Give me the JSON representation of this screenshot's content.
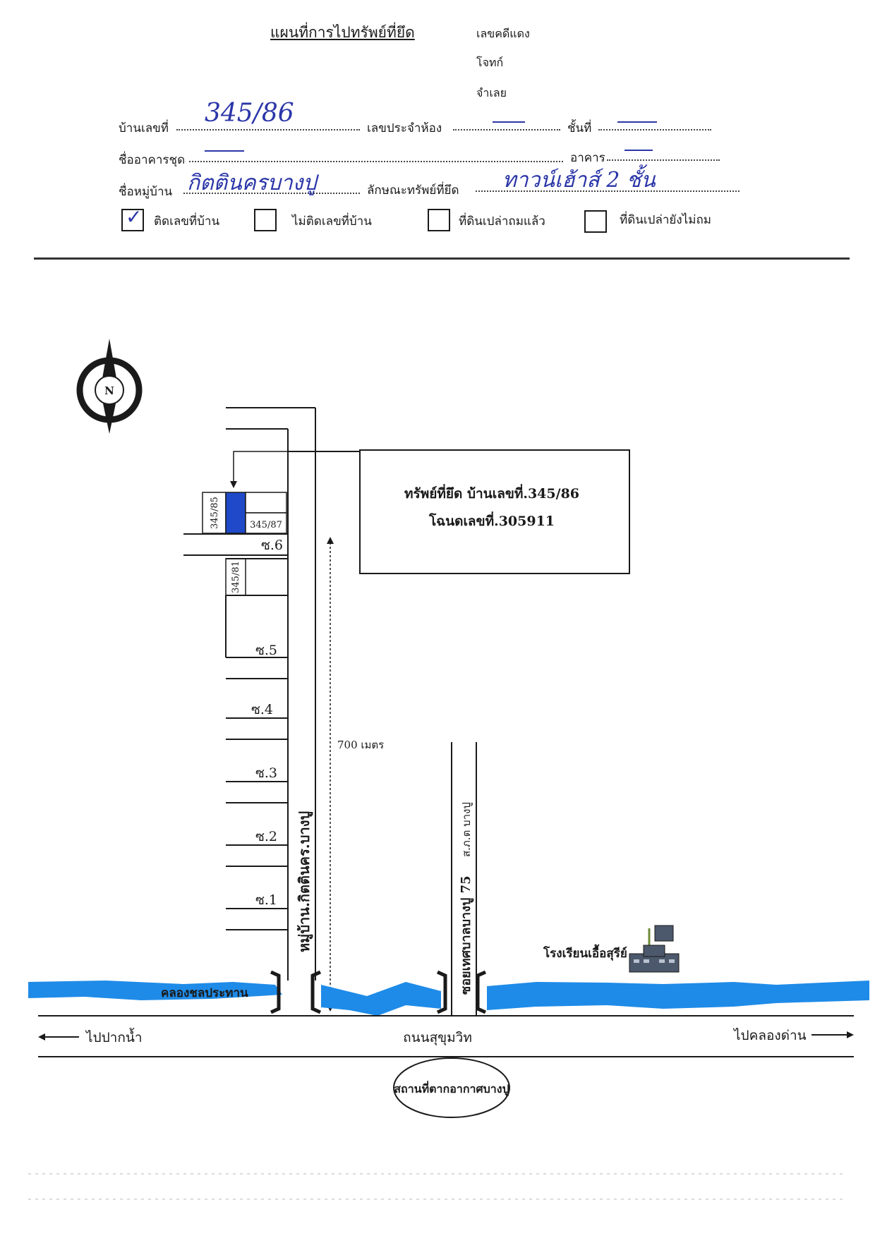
{
  "form": {
    "title": "แผนที่การไปทรัพย์ที่ยึด",
    "case_number_label": "เลขคดีแดง",
    "plaintiff_label": "โจทก์",
    "defendant_label": "จำเลย",
    "house_number_label": "บ้านเลขที่",
    "house_number_value": "345/86",
    "room_number_label": "เลขประจำห้อง",
    "floor_label": "ชั้นที่",
    "condo_name_label": "ชื่ออาคารชุด",
    "building_label": "อาคาร",
    "village_label": "ชื่อหมู่บ้าน",
    "village_value": "กิตตินครบางปู",
    "property_type_label": "ลักษณะทรัพย์ที่ยึด",
    "property_type_value": "ทาวน์เฮ้าส์ 2 ชั้น",
    "checkboxes": [
      {
        "label": "ติดเลขที่บ้าน",
        "checked": true
      },
      {
        "label": "ไม่ติดเลขที่บ้าน",
        "checked": false
      },
      {
        "label": "ที่ดินเปล่าถมแล้ว",
        "checked": false
      },
      {
        "label": "ที่ดินเปล่ายังไม่ถม",
        "checked": false
      }
    ]
  },
  "map": {
    "compass_label": "N",
    "property_box": {
      "line1": "ทรัพย์ที่ยึด บ้านเลขที่.345/86",
      "line2": "โฉนดเลขที่.305911"
    },
    "plots": {
      "house_85": "345/85",
      "house_87": "345/87",
      "house_81": "345/81"
    },
    "sois": [
      "ซ.6",
      "ซ.5",
      "ซ.4",
      "ซ.3",
      "ซ.2",
      "ซ.1"
    ],
    "distance_label": "700 เมตร",
    "village_road_label": "หมู่บ้าน.กิตตินคร.บางปู",
    "soi_road_label": "ซอยเทศบาลบางปู 75",
    "soi_road_sub_label": "ส.ภ.ต บางปู",
    "canal_label": "คลองชลประทาน",
    "school_label": "โรงเรียนเอื้อสุรีย์",
    "main_road_label": "ถนนสุขุมวิท",
    "left_direction_label": "ไปปากน้ำ",
    "right_direction_label": "ไปคลองด่าน",
    "station_label": "สถานที่ตากอากาศบางปู",
    "colors": {
      "canal": "#1f8be8",
      "target_house": "#1f49c9",
      "handwriting": "#2b36a8"
    }
  }
}
